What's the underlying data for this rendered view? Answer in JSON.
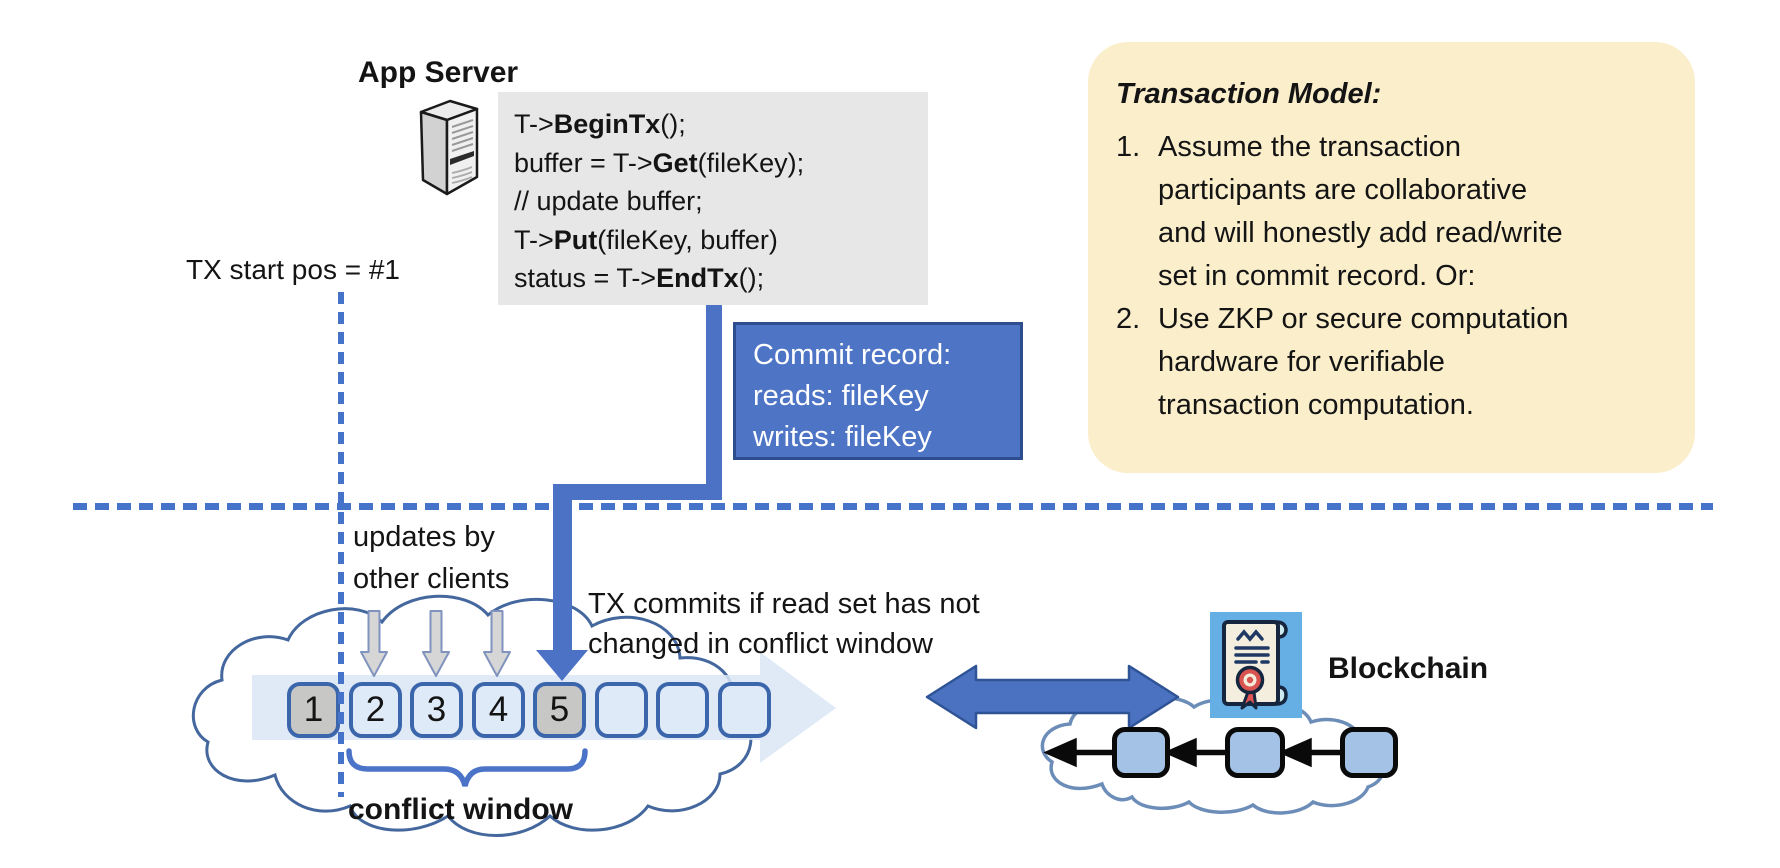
{
  "app_server": {
    "label": "App Server"
  },
  "code_block": {
    "lines": [
      {
        "pre": "T->",
        "bold": "BeginTx",
        "post": "();"
      },
      {
        "pre": "buffer = T->",
        "bold": "Get",
        "post": "(fileKey);"
      },
      {
        "pre": "// update buffer;",
        "bold": "",
        "post": ""
      },
      {
        "pre": "T->",
        "bold": "Put",
        "post": "(fileKey, buffer)"
      },
      {
        "pre": "status = T->",
        "bold": "EndTx",
        "post": "();"
      }
    ]
  },
  "tx_start_label": "TX start pos = #1",
  "commit_record": {
    "lines": [
      "Commit record:",
      "reads: fileKey",
      "writes: fileKey"
    ]
  },
  "note": {
    "title": "Transaction Model:",
    "items": [
      {
        "num": "1.",
        "text": "Assume the transaction\nparticipants are collaborative\nand will honestly add read/write\nset in commit record.  Or:"
      },
      {
        "num": "2.",
        "text": "Use ZKP or secure computation\nhardware for verifiable\ntransaction computation."
      }
    ]
  },
  "timeline": {
    "updates_label": "updates by\nother clients",
    "commit_label": "TX commits if read set has not\nchanged in conflict window",
    "conflict_label": "conflict window",
    "boxes": [
      {
        "label": "1",
        "state": "committed"
      },
      {
        "label": "2",
        "state": "pending"
      },
      {
        "label": "3",
        "state": "pending"
      },
      {
        "label": "4",
        "state": "pending"
      },
      {
        "label": "5",
        "state": "committed"
      },
      {
        "label": "",
        "state": "empty"
      },
      {
        "label": "",
        "state": "empty"
      },
      {
        "label": "",
        "state": "empty"
      }
    ]
  },
  "blockchain": {
    "label": "Blockchain"
  },
  "colors": {
    "accent_blue": "#4B72C5",
    "dashed_blue": "#4573CA",
    "commit_fill": "#4E74C5",
    "commit_border": "#2E4D8F",
    "code_bg": "#E8E7E7",
    "note_bg": "#FAEECB",
    "box_border": "#3C66AC",
    "box_light": "#DFEAF8",
    "box_gray": "#C7C7C5",
    "band_blue": "#D9E6F5",
    "block_fill": "#A4C2E5",
    "cloud_stroke": "#44679E",
    "icon_bg": "#66AFE5",
    "seal_red": "#D9534F"
  }
}
